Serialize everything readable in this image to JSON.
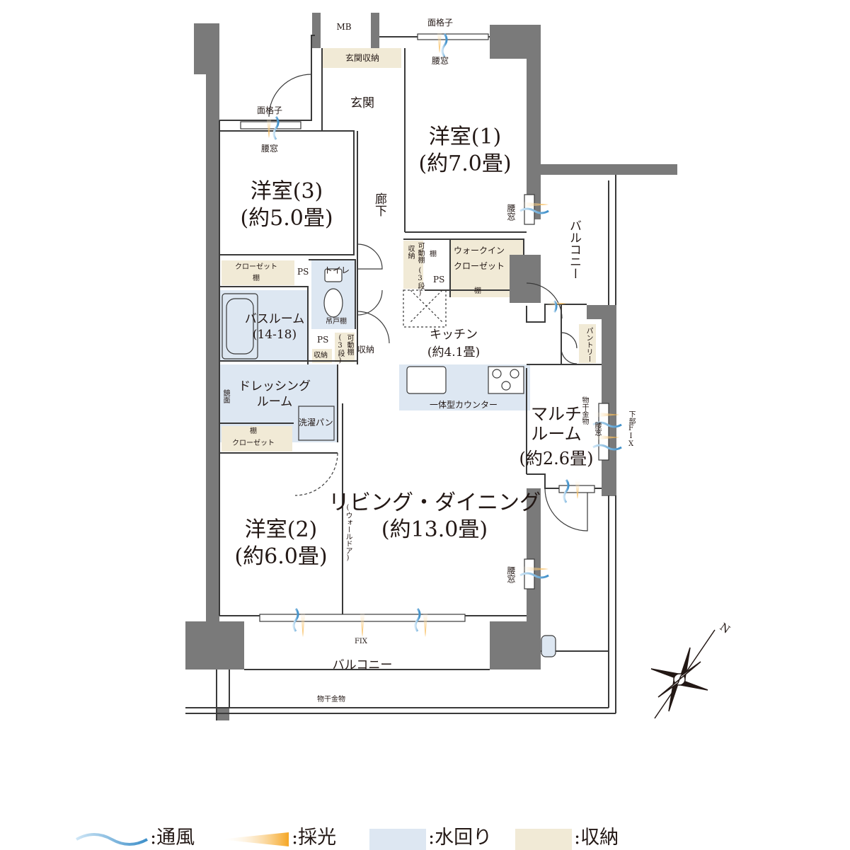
{
  "colors": {
    "wall": "#7a7a7a",
    "water": "#dde7f2",
    "storage": "#f1ead6",
    "wind": "#7ab6e0",
    "light": "#f5a623",
    "line": "#3a3a3a"
  },
  "rooms": {
    "western1": {
      "name": "洋室(1)",
      "size": "(約7.0畳)"
    },
    "western2": {
      "name": "洋室(2)",
      "size": "(約6.0畳)"
    },
    "western3": {
      "name": "洋室(3)",
      "size": "(約5.0畳)"
    },
    "living": {
      "name": "リビング・ダイニング",
      "size": "(約13.0畳)"
    },
    "kitchen": {
      "name": "キッチン",
      "size": "(約4.1畳)"
    },
    "multi": {
      "name1": "マルチ",
      "name2": "ルーム",
      "size": "(約2.6畳)"
    },
    "bath": {
      "name": "バスルーム",
      "size": "(14-18)"
    },
    "dressing": {
      "name1": "ドレッシング",
      "name2": "ルーム"
    },
    "entrance": "玄関",
    "corridor": "廊下",
    "toilet": "トイレ",
    "walkin1": "ウォークイン",
    "walkin2": "クローゼット"
  },
  "labels": {
    "mb": "MB",
    "entrance_storage": "玄関収納",
    "grille": "面格子",
    "waist_window": "腰窓",
    "balcony": "バルコニー",
    "closet": "クローゼット",
    "shelf": "棚",
    "ps": "PS",
    "storage": "収納",
    "movable_shelf": "可動棚",
    "three_tier": "(3段)",
    "hanging_shelf": "吊戸棚",
    "pantry": "パントリー",
    "counter": "一体型カウンター",
    "laundry_pan": "洗濯パン",
    "mirror": "鏡面",
    "wall_door": "(ウォールドア)",
    "fix": "FIX",
    "lower_fix": "下部FIX",
    "drying_hardware": "物干金物",
    "north": "N"
  },
  "legend": [
    {
      "label": ":通風"
    },
    {
      "label": ":採光"
    },
    {
      "label": ":水回り"
    },
    {
      "label": ":収納"
    }
  ]
}
